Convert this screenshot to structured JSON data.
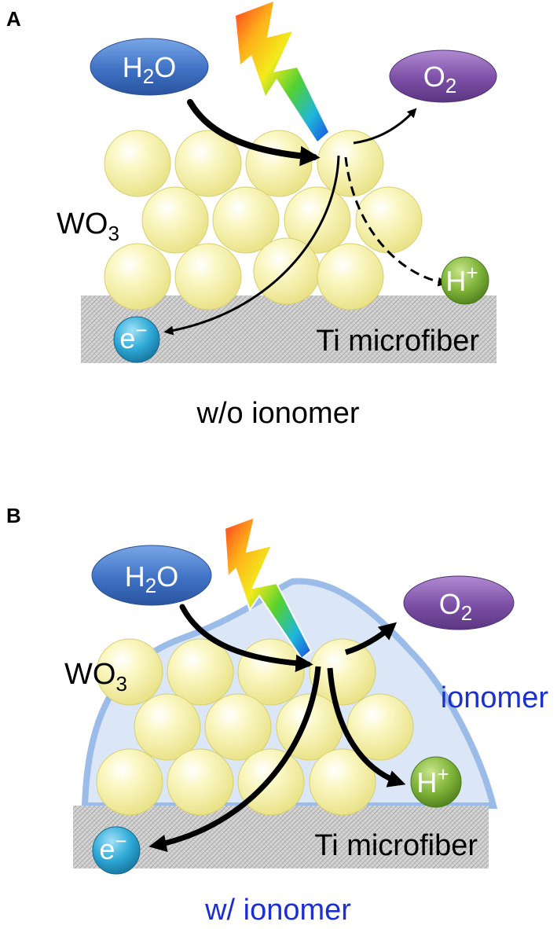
{
  "panels": [
    {
      "letter": "A",
      "h2o": {
        "main": "H",
        "sub": "2",
        "tail": "O"
      },
      "o2": {
        "main": "O",
        "sub": "2"
      },
      "wo3": {
        "main": "WO",
        "sub": "3"
      },
      "proton": {
        "main": "H",
        "sup": "+"
      },
      "electron": {
        "main": "e",
        "sup": "−"
      },
      "substrate": "Ti microfiber",
      "caption": "w/o ionomer",
      "ionomer_label": ""
    },
    {
      "letter": "B",
      "h2o": {
        "main": "H",
        "sub": "2",
        "tail": "O"
      },
      "o2": {
        "main": "O",
        "sub": "2"
      },
      "wo3": {
        "main": "WO",
        "sub": "3"
      },
      "proton": {
        "main": "H",
        "sup": "+"
      },
      "electron": {
        "main": "e",
        "sup": "−"
      },
      "substrate": "Ti microfiber",
      "caption": "w/ ionomer",
      "ionomer_label": "ionomer"
    }
  ],
  "colors": {
    "particle": "#f7f3a0",
    "h2o_oval": "#3f72c4",
    "o2_oval": "#7c4fa6",
    "proton_ball": "#7fb43a",
    "electron_ball": "#2ea9d6",
    "substrate": "#d4d4d4",
    "ionomer": "#a9c6ec",
    "ionomer_text": "#1c2fd0"
  },
  "icons": {
    "light": "lightning-bolt-icon"
  }
}
